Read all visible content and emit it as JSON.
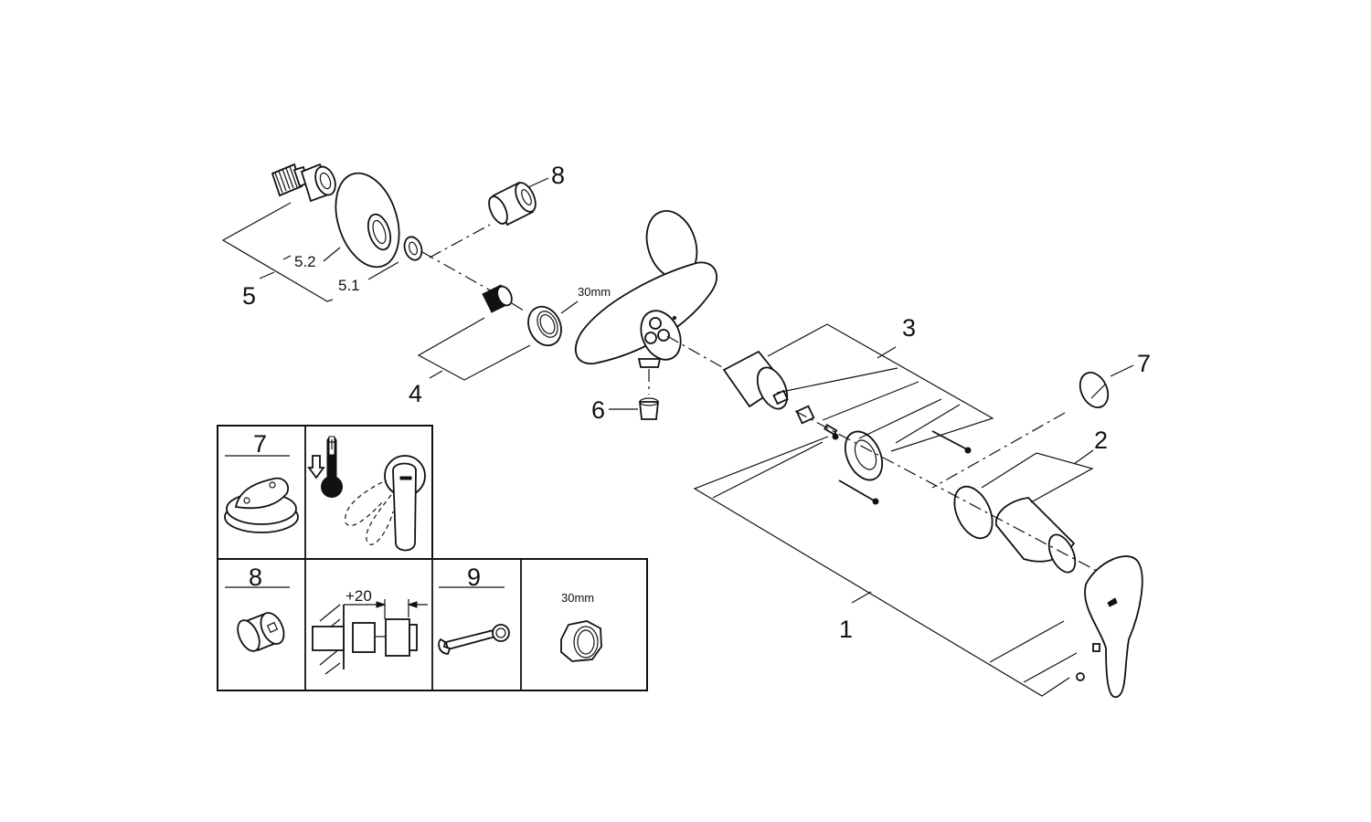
{
  "diagram": {
    "title": "Exploded view – single-lever shower mixer, exposed wall mount",
    "callouts": {
      "p1": "1",
      "p2": "2",
      "p3": "3",
      "p4": "4",
      "p5": "5",
      "p5_1": "5.1",
      "p5_2": "5.2",
      "p6": "6",
      "p7": "7",
      "p8": "8",
      "nut_size": "30mm"
    },
    "inset": {
      "cells": [
        {
          "id": "7",
          "label": "7",
          "icon": "handle-stop-ring-icon"
        },
        {
          "id": "temp",
          "label": "",
          "icon": "temperature-limit-lever-icon"
        },
        {
          "id": "8",
          "label": "8",
          "icon": "extension-piece-icon"
        },
        {
          "id": "ext",
          "label": "+20",
          "icon": "extension-dimension-icon"
        },
        {
          "id": "9",
          "label": "9",
          "icon": "wrench-icon"
        },
        {
          "id": "nut",
          "label": "30mm",
          "icon": "hex-nut-icon"
        }
      ]
    }
  }
}
